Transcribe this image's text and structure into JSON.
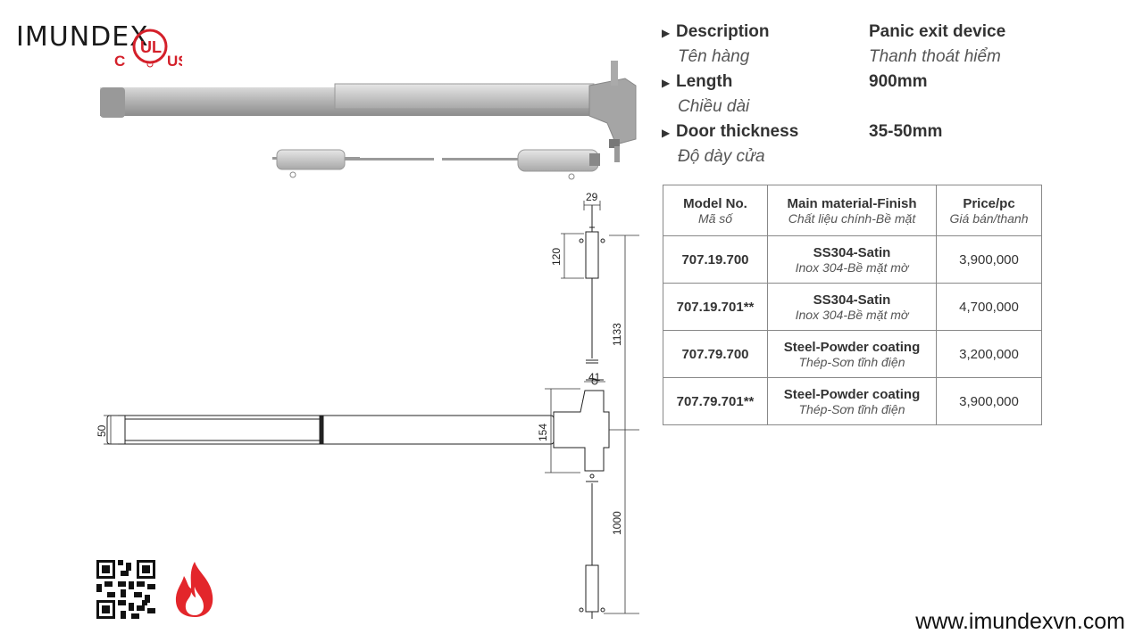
{
  "brand": {
    "name": "IMUNDEX",
    "cert_left": "C",
    "cert_mid": "UL",
    "cert_right": "US"
  },
  "specs": [
    {
      "label": "Description",
      "label_vi": "Tên hàng",
      "value": "Panic exit device",
      "value_vi": "Thanh thoát hiểm"
    },
    {
      "label": "Length",
      "label_vi": "Chiều dài",
      "value": "900mm",
      "value_vi": ""
    },
    {
      "label": "Door thickness",
      "label_vi": "Độ dày cửa",
      "value": "35-50mm",
      "value_vi": ""
    }
  ],
  "table": {
    "headers": [
      {
        "en": "Model No.",
        "vi": "Mã số"
      },
      {
        "en": "Main material-Finish",
        "vi": "Chất liệu chính-Bề mặt"
      },
      {
        "en": "Price/pc",
        "vi": "Giá bán/thanh"
      }
    ],
    "rows": [
      {
        "model": "707.19.700",
        "material": "SS304-Satin",
        "material_vi": "Inox 304-Bề mặt mờ",
        "price": "3,900,000"
      },
      {
        "model": "707.19.701**",
        "material": "SS304-Satin",
        "material_vi": "Inox 304-Bề mặt mờ",
        "price": "4,700,000"
      },
      {
        "model": "707.79.700",
        "material": "Steel-Powder coating",
        "material_vi": "Thép-Sơn tĩnh điện",
        "price": "3,200,000"
      },
      {
        "model": "707.79.701**",
        "material": "Steel-Powder coating",
        "material_vi": "Thép-Sơn tĩnh điện",
        "price": "3,900,000"
      }
    ]
  },
  "drawing": {
    "dims": [
      "29",
      "120",
      "1133",
      "41",
      "50",
      "154",
      "1000"
    ]
  },
  "icons": [
    "ul-listed-icon",
    "qr-code-icon",
    "fire-rated-icon",
    "spec-bullet-icon"
  ],
  "colors": {
    "ul_red": "#d4202a",
    "fire_red": "#e3262b",
    "steel": "#b8b8b8"
  },
  "website": "www.imundexvn.com"
}
